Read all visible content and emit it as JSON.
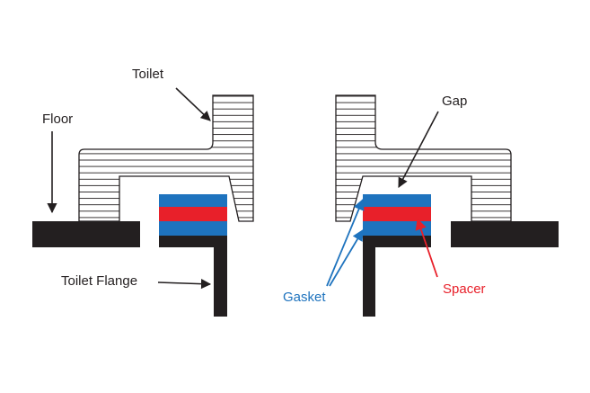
{
  "labels": {
    "toilet": "Toilet",
    "floor": "Floor",
    "toilet_flange": "Toilet Flange",
    "gap": "Gap",
    "gasket": "Gasket",
    "spacer": "Spacer"
  },
  "colors": {
    "gasket": "#1E73BE",
    "spacer": "#E8202A",
    "solid": "#231F20",
    "outline": "#231F20",
    "background": "#FFFFFF"
  }
}
